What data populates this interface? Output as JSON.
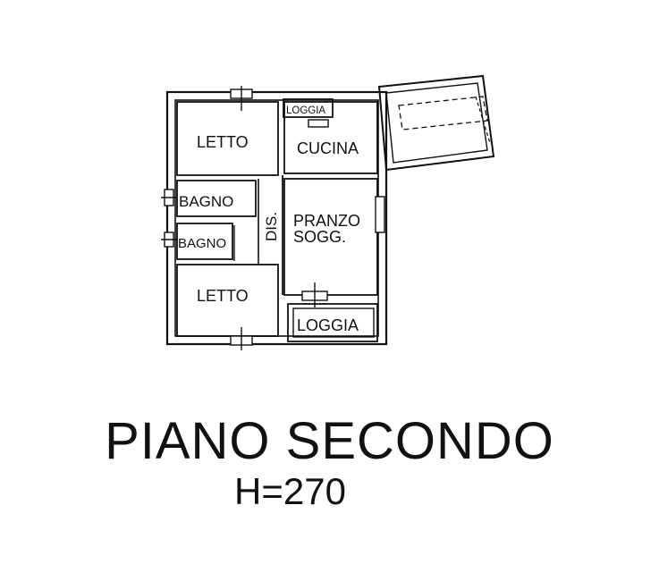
{
  "floor": {
    "title": "PIANO SECONDO",
    "height_label": "H=270"
  },
  "rooms": {
    "letto_top": "LETTO",
    "loggia_small": "LOGGIA",
    "cucina": "CUCINA",
    "bagno_1": "BAGNO",
    "dis": "DIS.",
    "pranzo": "PRANZO",
    "sogg": "SOGG.",
    "bagno_2": "BAGNO",
    "letto_bottom": "LETTO",
    "loggia_bottom": "LOGGIA"
  },
  "colors": {
    "line": "#111111",
    "background": "#ffffff"
  }
}
